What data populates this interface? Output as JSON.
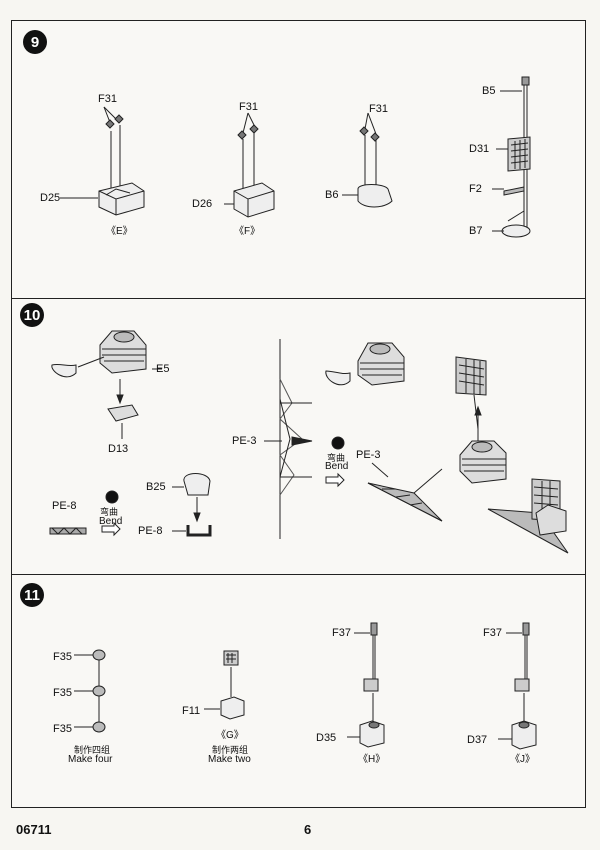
{
  "steps": {
    "s9": {
      "number": "9",
      "labels": {
        "f31a": "F31",
        "f31b": "F31",
        "f31c": "F31",
        "d25": "D25",
        "d26": "D26",
        "b6": "B6",
        "b5": "B5",
        "d31": "D31",
        "f2": "F2",
        "b7": "B7"
      },
      "captions": {
        "e": "《E》",
        "f": "《F》"
      }
    },
    "s10": {
      "number": "10",
      "labels": {
        "e5": "E5",
        "d13": "D13",
        "pe3a": "PE-3",
        "pe3b": "PE-3",
        "b25": "B25",
        "pe8a": "PE-8",
        "pe8b": "PE-8"
      },
      "bend_cn": "弯曲",
      "bend_en": "Bend"
    },
    "s11": {
      "number": "11",
      "labels": {
        "f35a": "F35",
        "f35b": "F35",
        "f35c": "F35",
        "f11": "F11",
        "f37a": "F37",
        "d35": "D35",
        "f37b": "F37",
        "d37": "D37"
      },
      "make_four_cn": "制作四组",
      "make_four_en": "Make four",
      "make_two_cn": "制作两组",
      "make_two_en": "Make two",
      "captions": {
        "g": "《G》",
        "h": "《H》",
        "j": "《J》"
      }
    }
  },
  "footer": {
    "code": "06711",
    "page": "6"
  }
}
